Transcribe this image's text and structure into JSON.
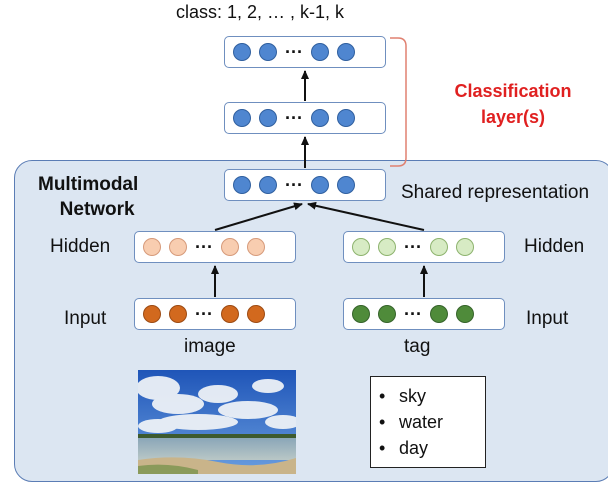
{
  "classes_label": "class: 1,  2, …  , k-1, k",
  "classification_label_line1": "Classification",
  "classification_label_line2": "layer(s)",
  "network_title_line1": "Multimodal",
  "network_title_line2": "Network",
  "shared_label": "Shared representation",
  "hidden_left": "Hidden",
  "hidden_right": "Hidden",
  "input_left": "Input",
  "input_right": "Input",
  "image_label": "image",
  "tag_label": "tag",
  "ellipsis": "···",
  "tags": [
    "sky",
    "water",
    "day"
  ]
}
